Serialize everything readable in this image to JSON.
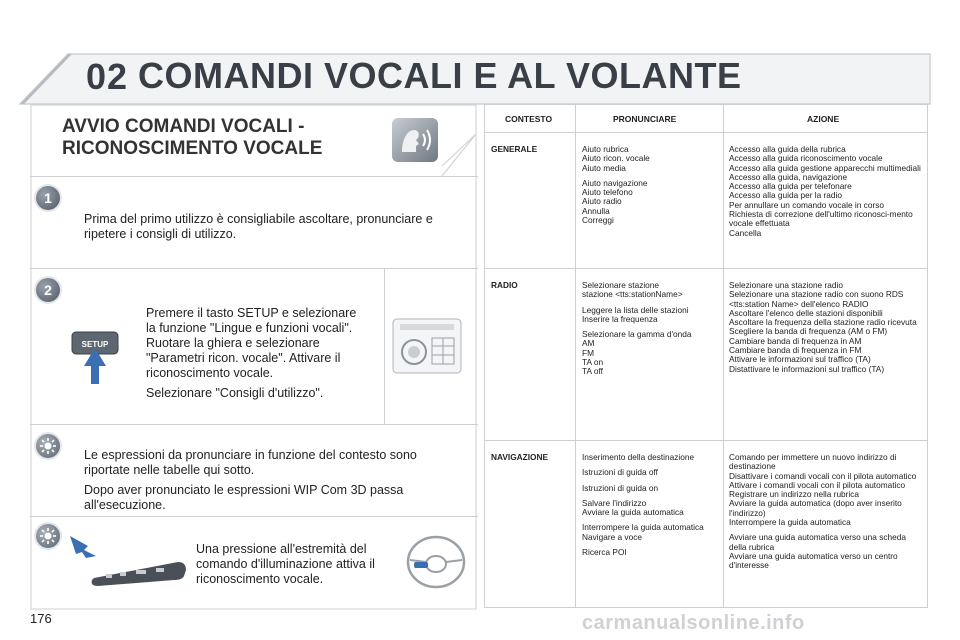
{
  "header": {
    "chapter": "02",
    "title": "COMANDI VOCALI E AL VOLANTE"
  },
  "section": {
    "title_line1": "AVVIO COMANDI VOCALI -",
    "title_line2": "RICONOSCIMENTO VOCALE"
  },
  "steps": [
    {
      "number": "1",
      "paragraphs": [
        "Prima del primo utilizzo è consigliabile ascoltare, pronunciare e ripetere i consigli di utilizzo."
      ]
    },
    {
      "number": "2",
      "paragraphs": [
        "Premere il tasto SETUP e selezionare la funzione \"Lingue e funzioni vocali\". Ruotare la ghiera e selezionare \"Parametri ricon. vocale\". Attivare il riconoscimento vocale.",
        "Selezionare \"Consigli d'utilizzo\"."
      ],
      "button_label": "SETUP"
    }
  ],
  "tips": [
    {
      "paragraphs": [
        "Le espressioni da pronunciare in funzione del contesto sono riportate nelle tabelle qui sotto.",
        "Dopo aver pronunciato le espressioni WIP Com 3D passa all'esecuzione."
      ]
    },
    {
      "paragraphs": [
        "Una pressione all'estremità del comando d'illuminazione attiva il riconoscimento vocale."
      ]
    }
  ],
  "table": {
    "headers": [
      "CONTESTO",
      "PRONUNCIARE",
      "AZIONE"
    ],
    "rows": [
      {
        "context": "GENERALE",
        "pronounce": [
          [
            "Aiuto rubrica",
            "Aiuto ricon. vocale",
            "Aiuto media"
          ],
          [
            "Aiuto navigazione",
            "Aiuto telefono",
            "Aiuto radio",
            "Annulla",
            "Correggi"
          ]
        ],
        "action": [
          [
            "Accesso alla guida della rubrica",
            "Accesso alla guida riconoscimento vocale",
            "Accesso alla guida gestione apparecchi multimediali",
            "Accesso alla guida, navigazione",
            "Accesso alla guida per telefonare",
            "Accesso alla guida per la radio",
            "Per annullare un comando vocale in corso",
            "Richiesta di correzione dell'ultimo riconosci-mento vocale effettuata",
            "Cancella"
          ]
        ]
      },
      {
        "context": "RADIO",
        "pronounce": [
          [
            "Selezionare stazione",
            "stazione <tts:stationName>"
          ],
          [
            "Leggere la lista delle stazioni",
            "Inserire la frequenza"
          ],
          [
            "Selezionare la gamma d'onda",
            "AM",
            "FM",
            "TA on",
            "TA off"
          ]
        ],
        "action": [
          [
            "Selezionare una stazione radio",
            "Selezionare una stazione radio con suono RDS <tts:station Name> dell'elenco RADIO",
            "Ascoltare l'elenco delle stazioni disponibili",
            "Ascoltare la frequenza della stazione radio ricevuta",
            "Scegliere la banda di frequenza (AM o FM)",
            "Cambiare banda di frequenza in AM",
            "Cambiare banda di frequenza in FM",
            "Attivare le informazioni sul traffico (TA)",
            "Distattivare le informazioni sul traffico (TA)"
          ]
        ]
      },
      {
        "context": "NAVIGAZIONE",
        "pronounce": [
          [
            "Inserimento della destinazione"
          ],
          [
            "Istruzioni di guida off"
          ],
          [
            "Istruzioni di guida on"
          ],
          [
            "Salvare l'indirizzo",
            "Avviare la guida automatica"
          ],
          [
            "Interrompere la guida automatica",
            "Navigare a voce"
          ],
          [
            "Ricerca POI"
          ]
        ],
        "action": [
          [
            "Comando per immettere un nuovo indirizzo di destinazione",
            "Disattivare i comandi vocali con il pilota automatico",
            "Attivare i comandi vocali con il pilota automatico",
            "Registrare un indirizzo nella rubrica",
            "Avviare la guida automatica (dopo aver inserito l'indirizzo)",
            "Interrompere la guida automatica"
          ],
          [
            "Avviare una guida automatica verso una scheda della rubrica",
            "Avviare una guida automatica verso un centro d'interesse"
          ]
        ]
      }
    ]
  },
  "footer": {
    "page_number": "176",
    "watermark": "carmanualsonline.info"
  }
}
